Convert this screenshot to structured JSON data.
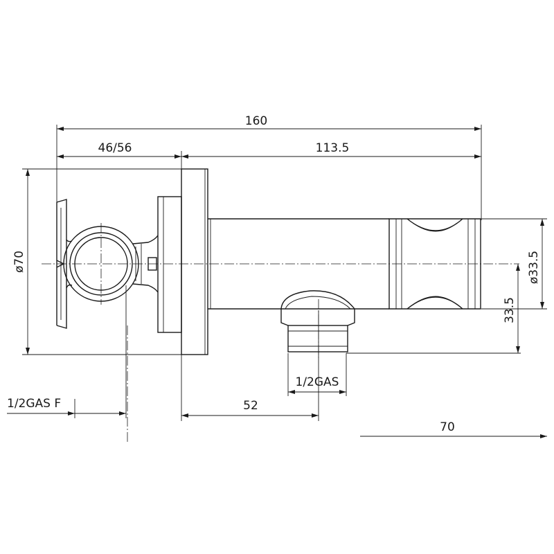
{
  "dimensions": {
    "overall_length": "160",
    "handle_depth": "46/56",
    "body_length": "113.5",
    "diameter_flange": "ø70",
    "diameter_holder": "ø33.5",
    "outlet_height": "33.5",
    "inlet_thread": "1/2GAS F",
    "outlet_offset": "52",
    "outlet_thread": "1/2GAS",
    "holder_offset": "70"
  }
}
